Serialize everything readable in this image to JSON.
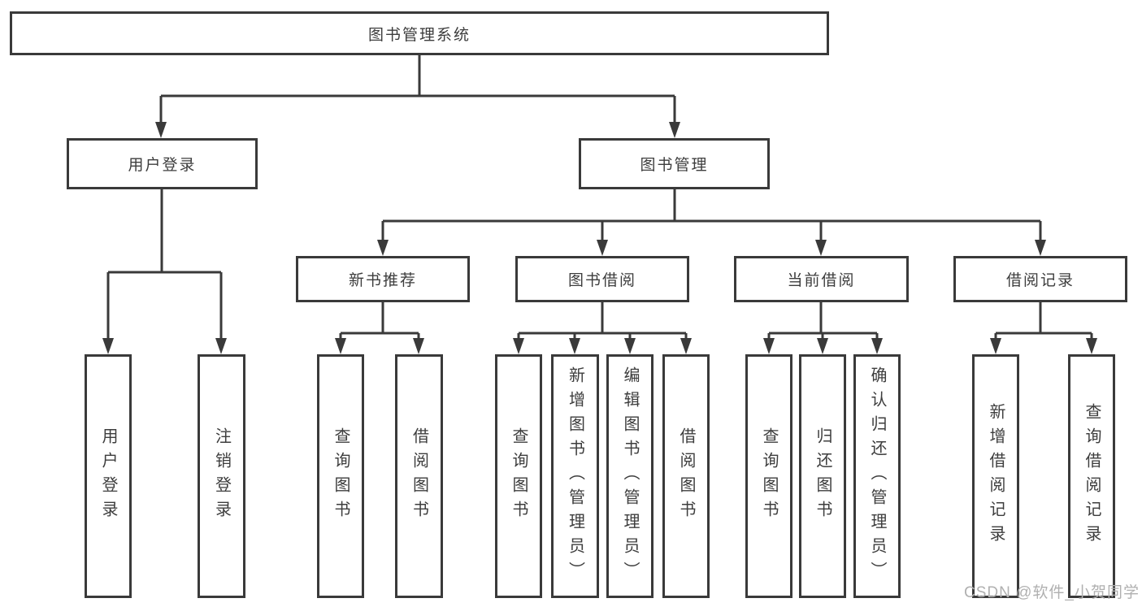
{
  "diagram": {
    "type": "org-tree",
    "colors": {
      "line": "#3a3a3a",
      "box_border": "#3a3a3a",
      "text": "#3d3d3d",
      "background": "#ffffff",
      "watermark": "#b0b0b0"
    },
    "tree": {
      "root": {
        "label": "图书管理系统"
      },
      "branches": [
        {
          "label": "用户登录",
          "children": [
            "用户登录",
            "注销登录"
          ]
        },
        {
          "label": "图书管理",
          "children": [
            {
              "label": "新书推荐",
              "children": [
                "查询图书",
                "借阅图书"
              ]
            },
            {
              "label": "图书借阅",
              "children": [
                "查询图书",
                "新增图书（管理员）",
                "编辑图书（管理员）",
                "借阅图书"
              ]
            },
            {
              "label": "当前借阅",
              "children": [
                "查询图书",
                "归还图书",
                "确认归还（管理员）"
              ]
            },
            {
              "label": "借阅记录",
              "children": [
                "新增借阅记录",
                "查询借阅记录"
              ]
            }
          ]
        }
      ]
    },
    "watermark": {
      "text": "CSDN @软件_小贺同学"
    }
  }
}
